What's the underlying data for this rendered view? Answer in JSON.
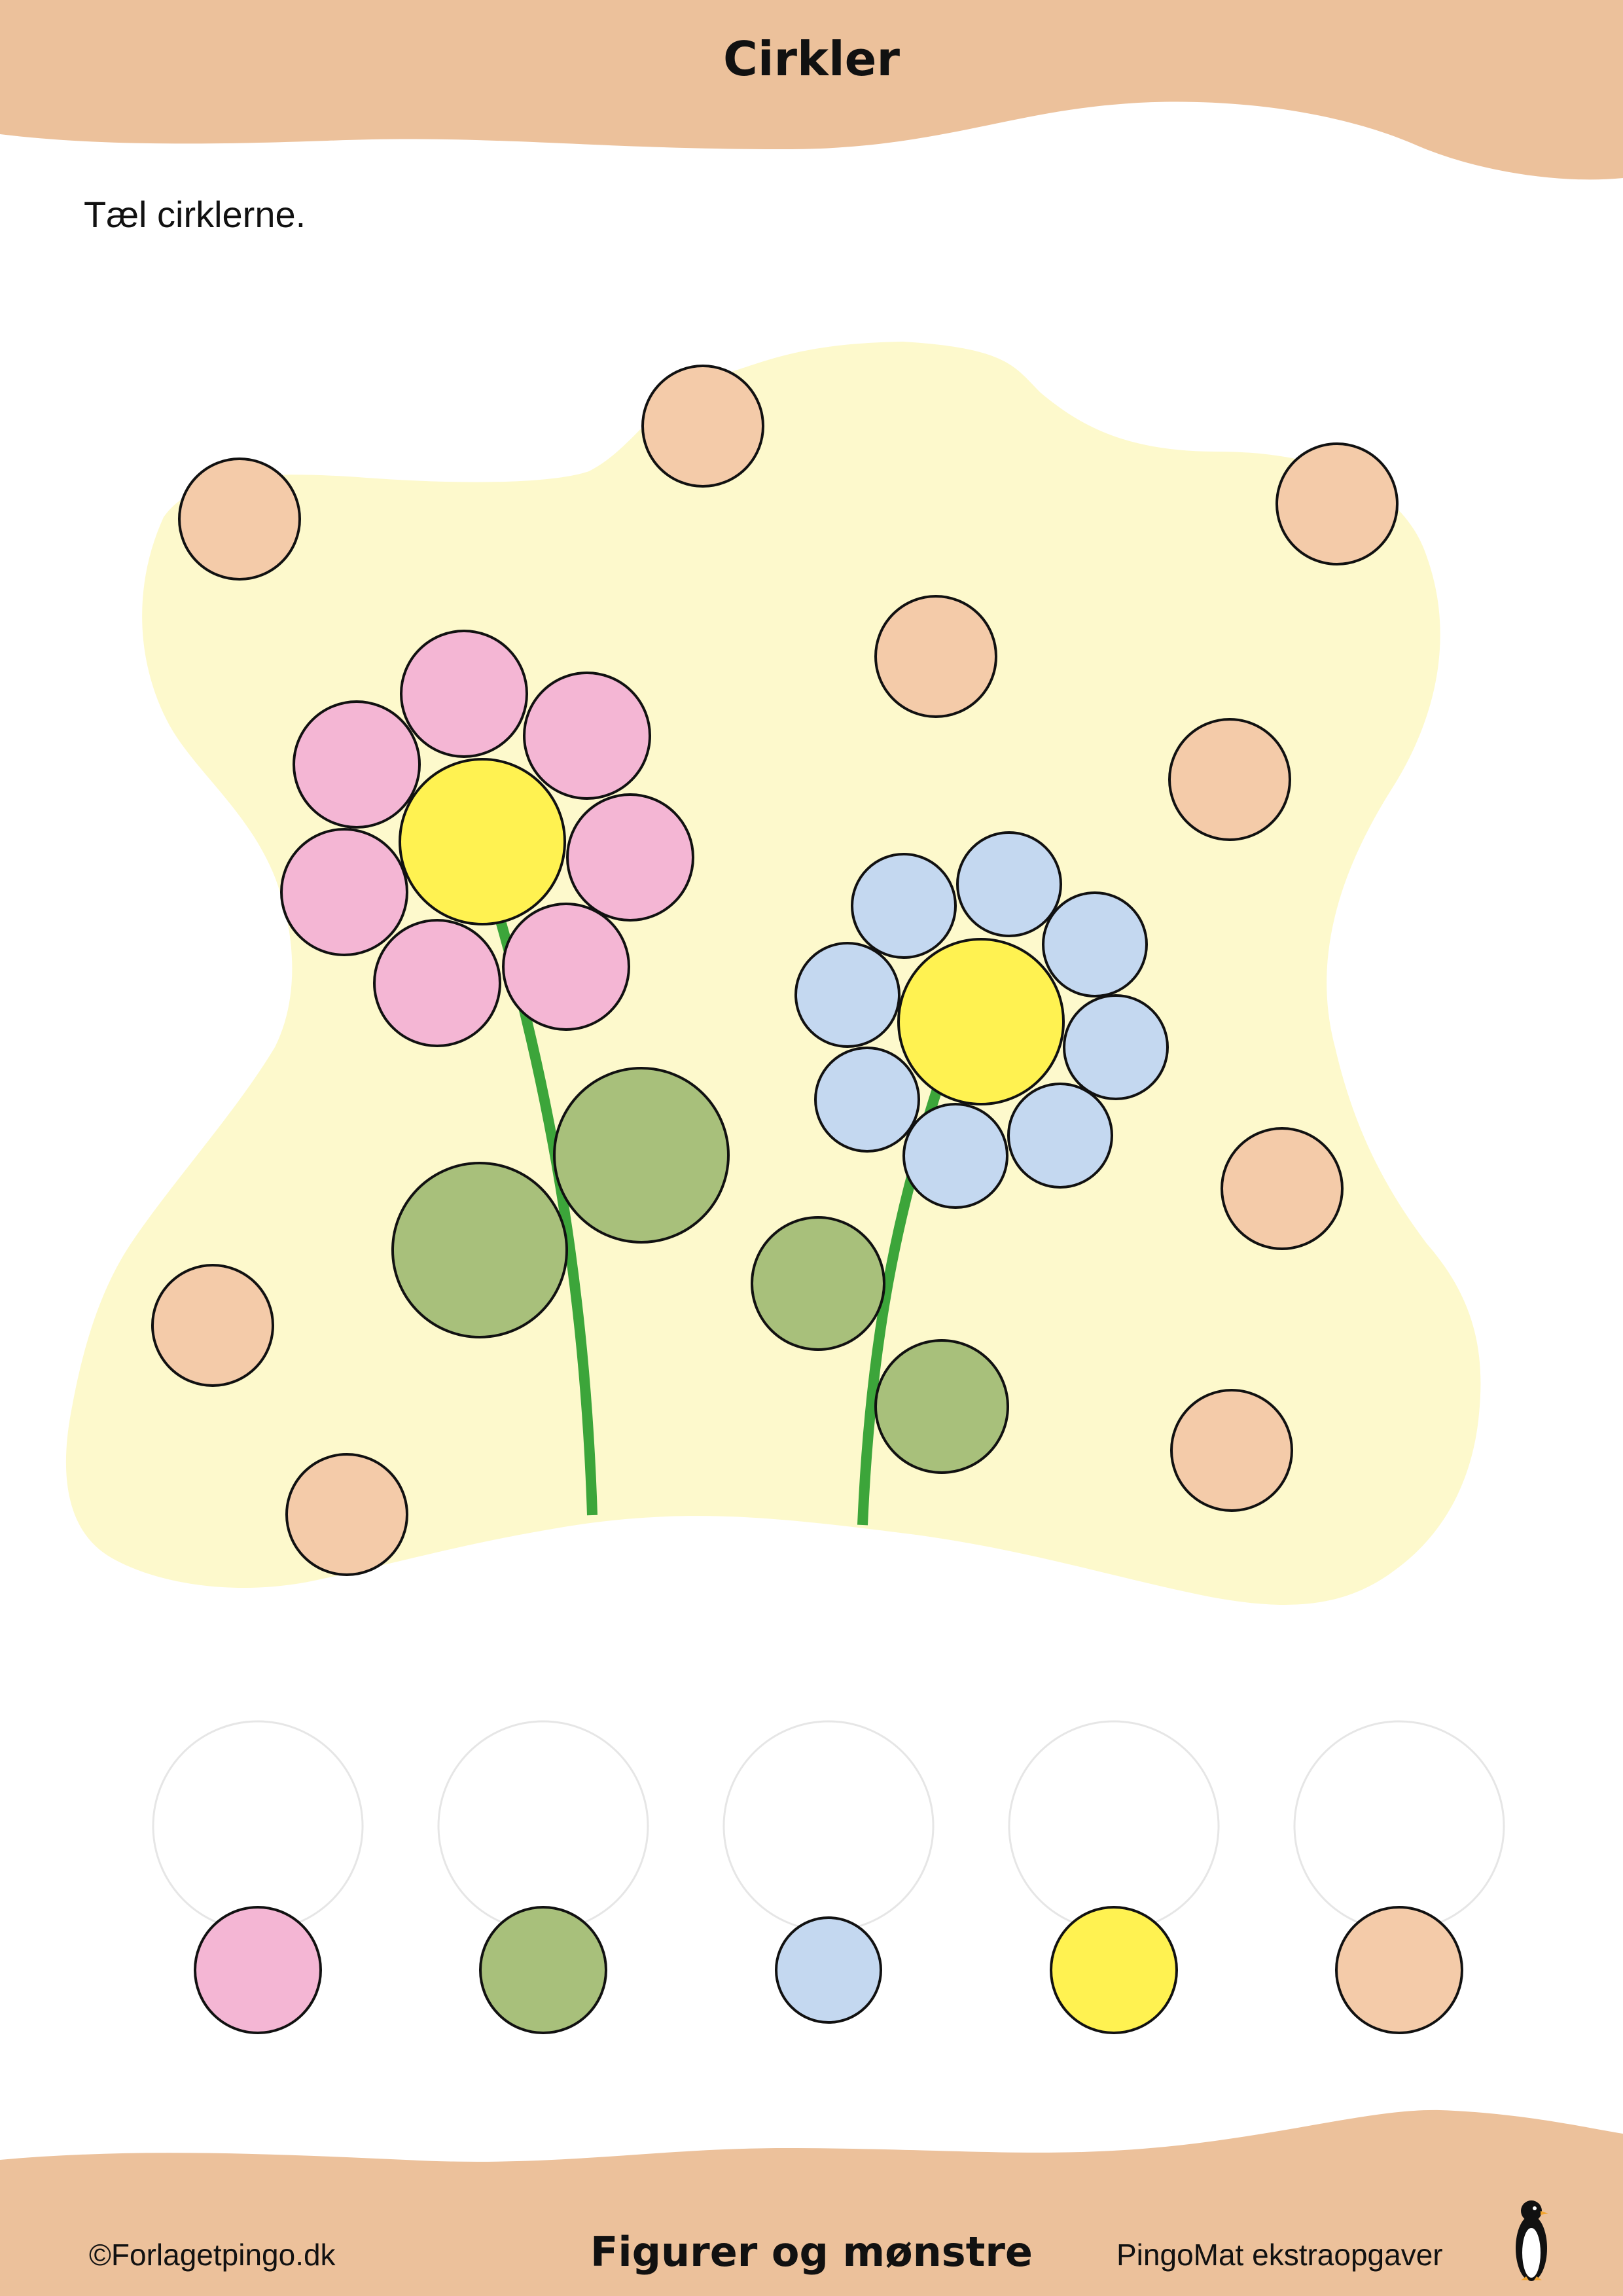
{
  "header": {
    "title": "Cirkler"
  },
  "instruction": "Tæl cirklerne.",
  "colors": {
    "band": "#ecc19b",
    "background_blob": "#fdf9cc",
    "peach": "#f4cba9",
    "pink": "#f4b6d4",
    "yellow": "#fff251",
    "blue": "#c4d8f0",
    "green": "#a8c07b",
    "stem": "#3ca53a",
    "answer_box_outline": "#e6e6e6"
  },
  "answer_row": {
    "color_keys": [
      "pink",
      "green",
      "blue",
      "yellow",
      "peach"
    ]
  },
  "footer": {
    "copyright": "©Forlagetpingo.dk",
    "topic": "Figurer og mønstre",
    "series": "PingoMat ekstraopgaver"
  }
}
